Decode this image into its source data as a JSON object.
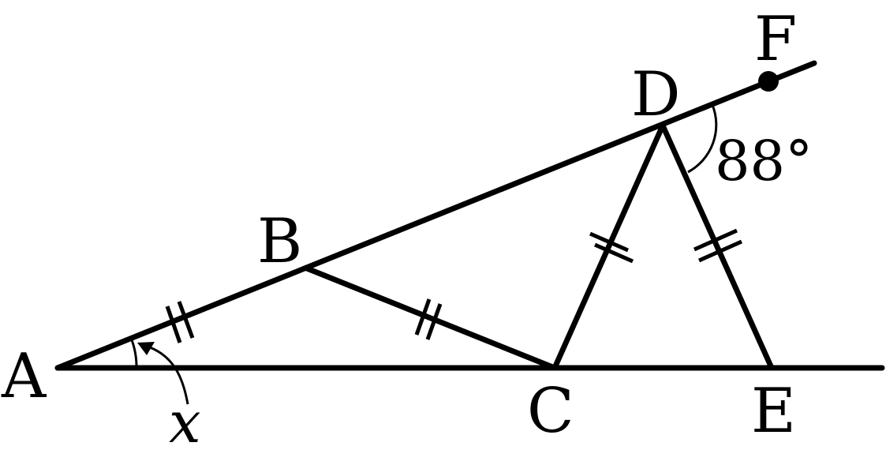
{
  "diagram": {
    "points": {
      "A": "A",
      "B": "B",
      "C": "C",
      "D": "D",
      "E": "E",
      "F": "F"
    },
    "angle_given": "88°",
    "angle_unknown": "x",
    "equal_segments": [
      "AB",
      "BC",
      "CD",
      "DE"
    ],
    "colors": {
      "stroke": "#000000",
      "background": "#ffffff"
    }
  }
}
